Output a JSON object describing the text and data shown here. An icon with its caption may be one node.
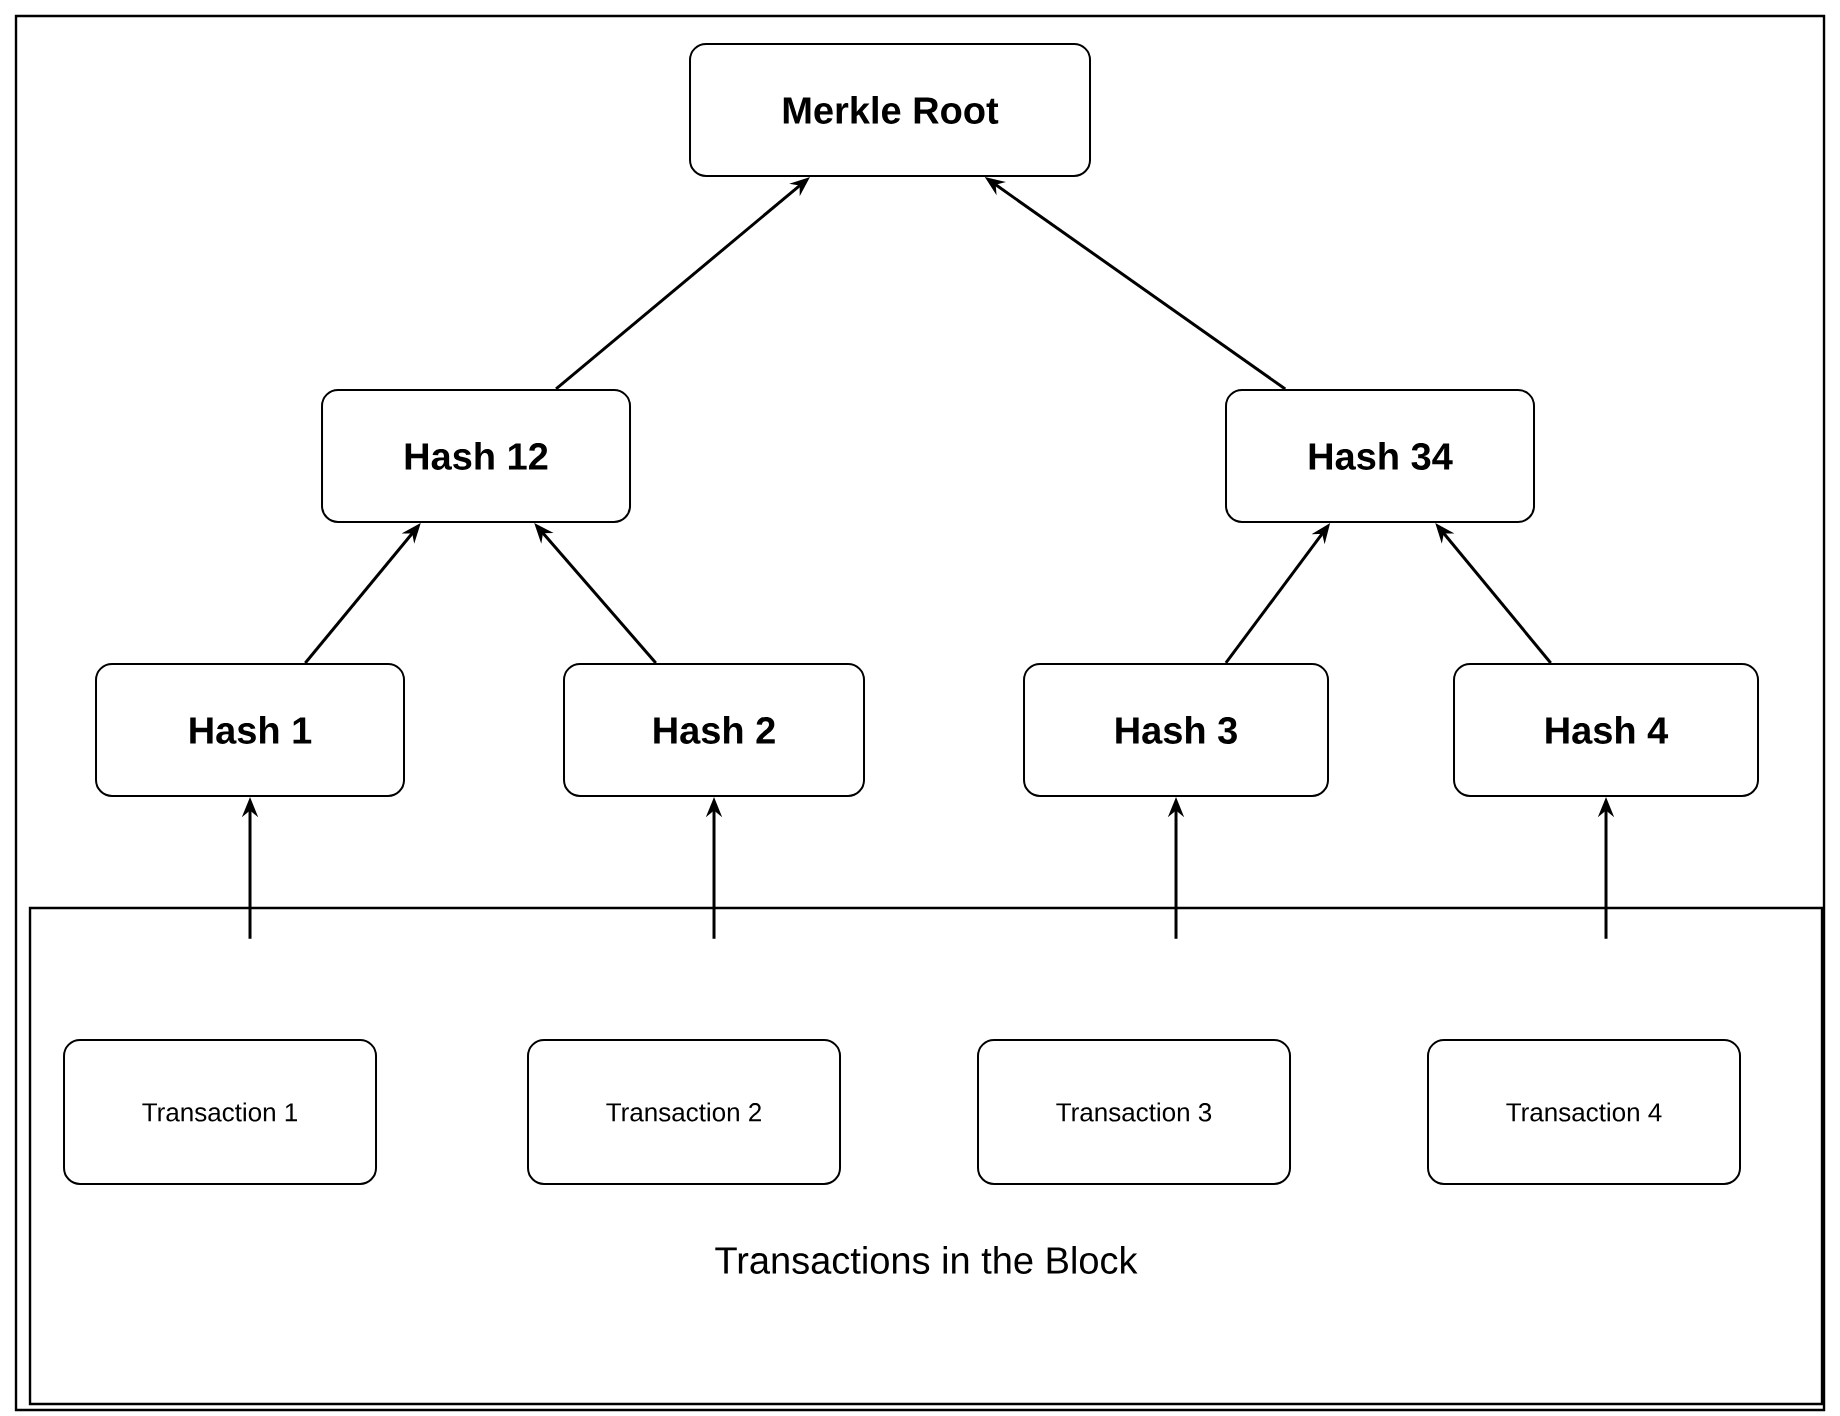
{
  "diagram": {
    "nodes": [
      {
        "text": [
          "Merkle Root"
        ]
      },
      {
        "text": [
          "Hash 12"
        ]
      },
      {
        "text": [
          "Hash 34"
        ]
      },
      {
        "text": [
          "Hash 1"
        ]
      },
      {
        "text": [
          "Hash 2"
        ]
      },
      {
        "text": [
          "Hash 3"
        ]
      },
      {
        "text": [
          "Hash 4"
        ]
      },
      {
        "text": [
          "Transactions in the Block"
        ]
      },
      {
        "text": [
          "Transaction 1"
        ],
        "in": 7
      },
      {
        "text": [
          "Transaction 2"
        ],
        "in": 7
      },
      {
        "text": [
          "Transaction 3"
        ],
        "in": 7
      },
      {
        "text": [
          "Transaction 4"
        ],
        "in": 7
      }
    ],
    "edges": [
      {
        "from": 7,
        "to": 3,
        "arrow": "to"
      },
      {
        "from": 7,
        "to": 4,
        "arrow": "to"
      },
      {
        "from": 7,
        "to": 5,
        "arrow": "to"
      },
      {
        "from": 7,
        "to": 6,
        "arrow": "to"
      },
      {
        "from": 3,
        "to": 1,
        "arrow": "to"
      },
      {
        "from": 4,
        "to": 1,
        "arrow": "to"
      },
      {
        "from": 5,
        "to": 2,
        "arrow": "to"
      },
      {
        "from": 6,
        "to": 2,
        "arrow": "to"
      },
      {
        "from": 1,
        "to": 0,
        "arrow": "to"
      },
      {
        "from": 2,
        "to": 0,
        "arrow": "to"
      }
    ]
  }
}
